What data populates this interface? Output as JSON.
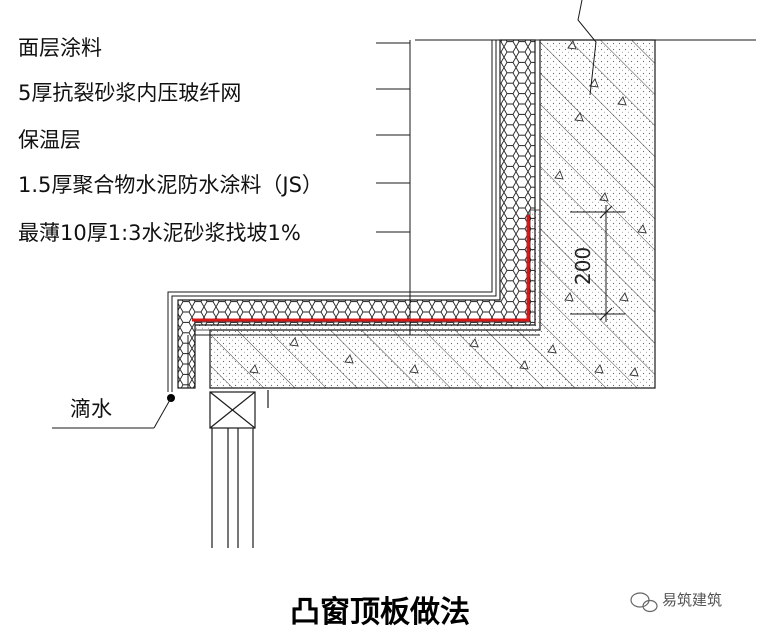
{
  "layers": [
    "面层涂料",
    "5厚抗裂砂浆内压玻纤网",
    "保温层",
    "1.5厚聚合物水泥防水涂料（JS）",
    "最薄10厚1:3水泥砂浆找坡1%"
  ],
  "drip_label": "滴水",
  "dimension": "200",
  "title": "凸窗顶板做法",
  "watermark": "易筑建筑",
  "colors": {
    "line": "#1a1a1a",
    "membrane": "#d81818",
    "hatch": "#444444"
  }
}
